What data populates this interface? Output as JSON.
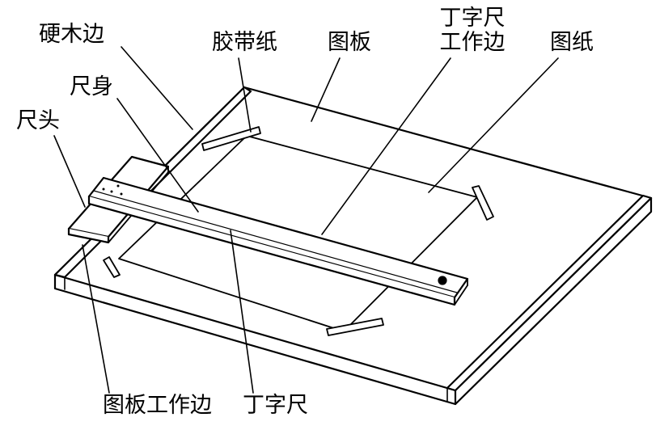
{
  "labels": {
    "hardwood_edge": "硬木边",
    "tape": "胶带纸",
    "board": "图板",
    "t_square_line1": "丁字尺",
    "t_square_line2": "工作边",
    "drawing_paper": "图纸",
    "blade": "尺身",
    "head": "尺头",
    "board_working_edge": "图板工作边",
    "t_square": "丁字尺"
  },
  "colors": {
    "ink": "#000000",
    "paper": "#ffffff"
  }
}
